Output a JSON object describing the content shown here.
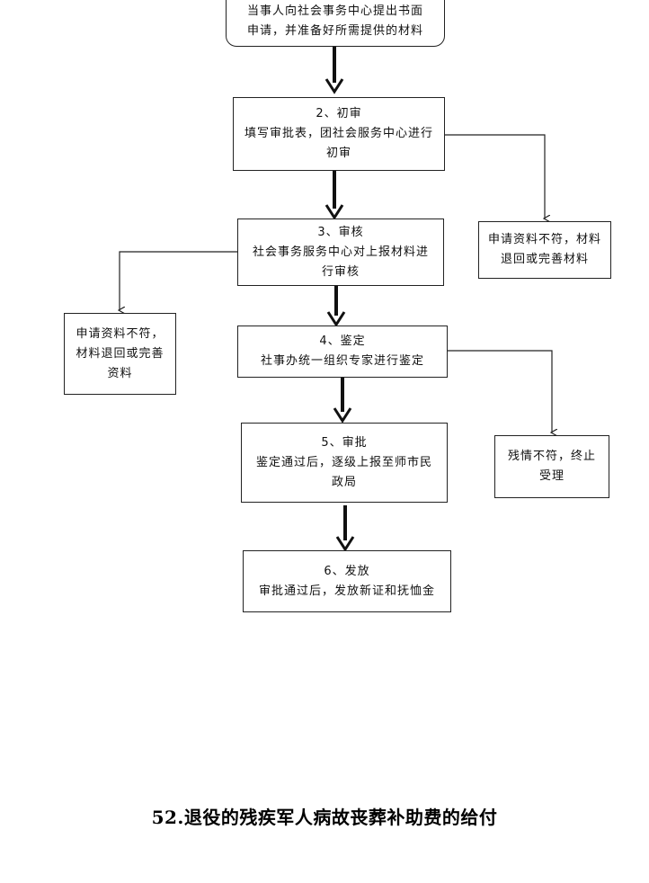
{
  "flowchart": {
    "step1": {
      "line1": "当事人向社会事务中心提出书面",
      "line2": "申请，并准备好所需提供的材料"
    },
    "step2": {
      "title": "2、初审",
      "line1": "填写审批表，团社会服务中心进行",
      "line2": "初审"
    },
    "step3": {
      "title": "3、审核",
      "line1": "社会事务服务中心对上报材料进",
      "line2": "行审核"
    },
    "step4": {
      "title": "4、鉴定",
      "line1": "社事办统一组织专家进行鉴定"
    },
    "step5": {
      "title": "5、审批",
      "line1": "鉴定通过后，逐级上报至师市民",
      "line2": "政局"
    },
    "step6": {
      "title": "6、发放",
      "line1": "审批通过后，发放新证和抚恤金"
    },
    "reject_right": {
      "line1": "申请资料不符，材料",
      "line2": "退回或完善材料"
    },
    "reject_left": {
      "line1": "申请资料不符，",
      "line2": "材料退回或完善",
      "line3": "资料"
    },
    "terminate": {
      "line1": "残情不符，终止",
      "line2": "受理"
    }
  },
  "section_title": "52.退役的残疾军人病故丧葬补助费的给付"
}
